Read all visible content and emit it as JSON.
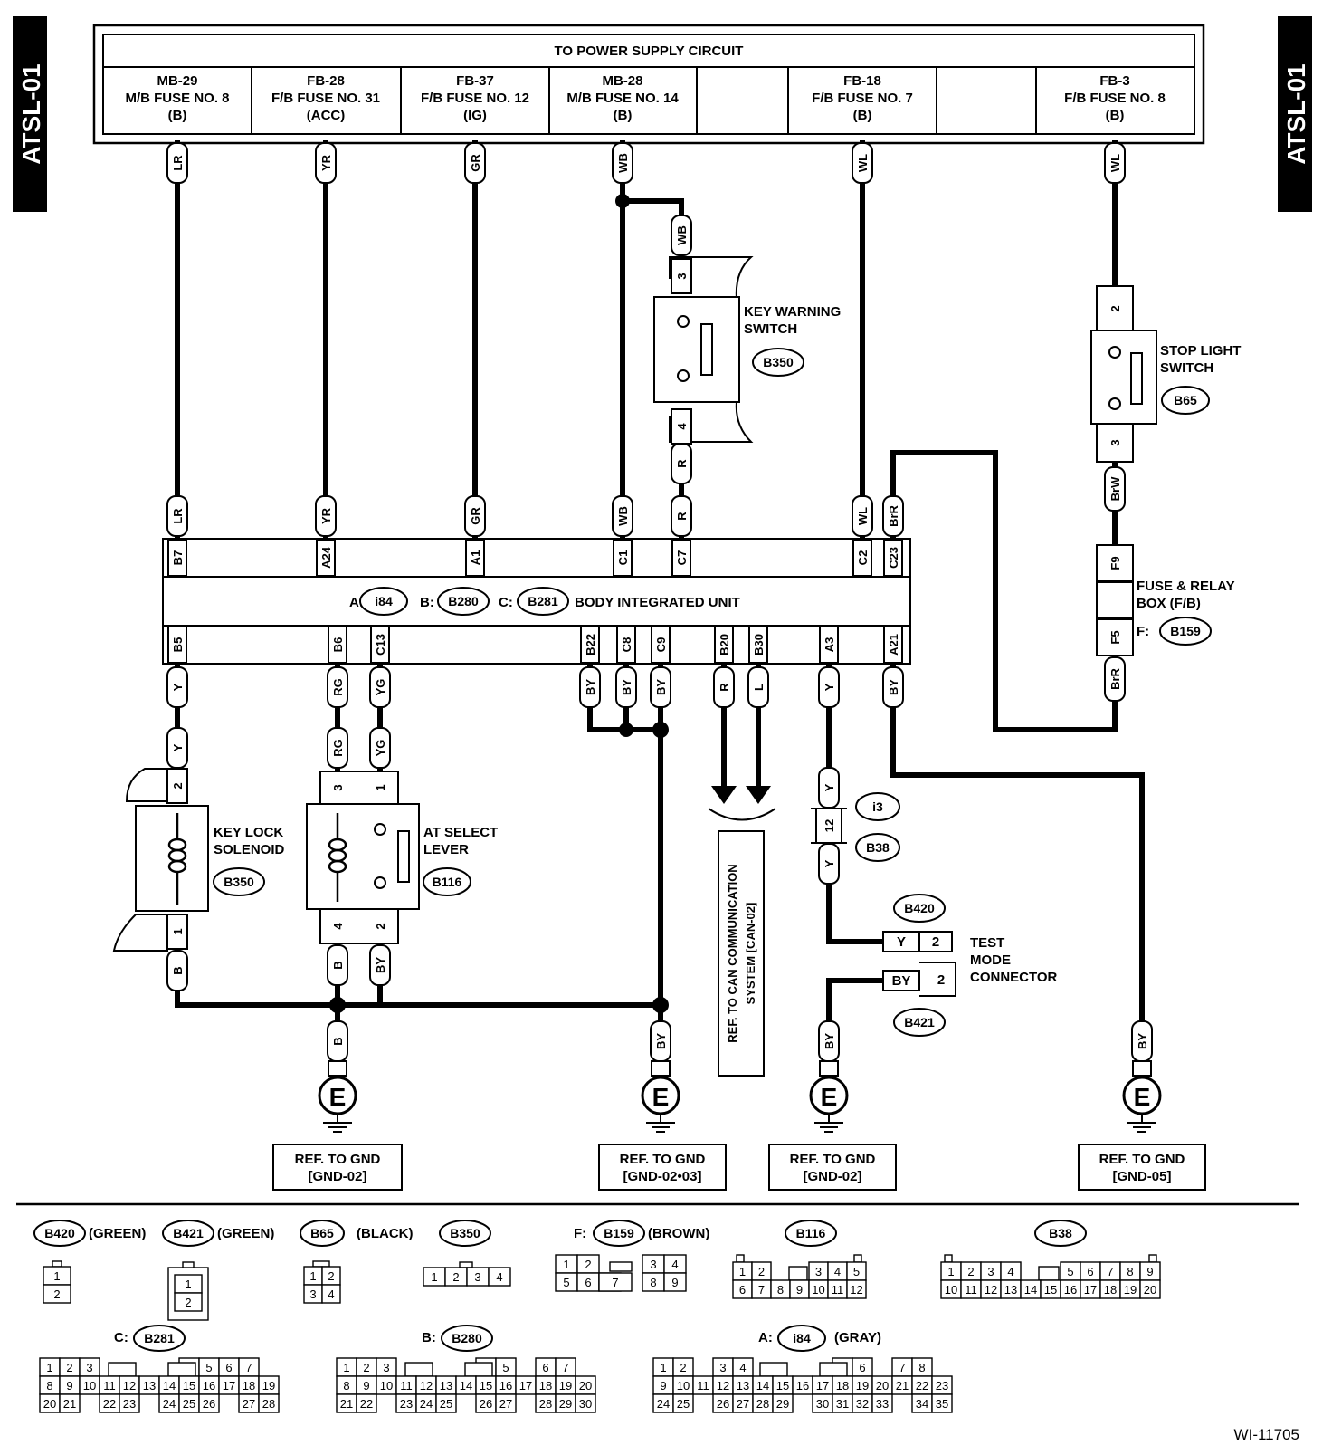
{
  "side_tag": "ATSL-01",
  "diagram_id": "WI-11705",
  "power_header": "TO POWER SUPPLY CIRCUIT",
  "fuses": [
    {
      "l1": "MB-29",
      "l2": "M/B FUSE NO. 8",
      "l3": "(B)"
    },
    {
      "l1": "FB-28",
      "l2": "F/B FUSE NO. 31",
      "l3": "(ACC)"
    },
    {
      "l1": "FB-37",
      "l2": "F/B FUSE NO. 12",
      "l3": "(IG)"
    },
    {
      "l1": "MB-28",
      "l2": "M/B FUSE NO. 14",
      "l3": "(B)"
    },
    {
      "l1": "",
      "l2": "",
      "l3": ""
    },
    {
      "l1": "FB-18",
      "l2": "F/B FUSE NO. 7",
      "l3": "(B)"
    },
    {
      "l1": "",
      "l2": "",
      "l3": ""
    },
    {
      "l1": "FB-3",
      "l2": "F/B FUSE NO. 8",
      "l3": "(B)"
    }
  ],
  "biu": {
    "label": "BODY INTEGRATED UNIT",
    "a_prefix": "A:",
    "a_code": "i84",
    "b_prefix": "B:",
    "b_code": "B280",
    "c_prefix": "C:",
    "c_code": "B281",
    "top_pins": [
      "B7",
      "A24",
      "A1",
      "C1",
      "C7",
      "C2",
      "C23"
    ],
    "bottom_pins": [
      "B5",
      "B6",
      "C13",
      "B22",
      "C8",
      "C9",
      "B20",
      "B30",
      "A3",
      "A21"
    ]
  },
  "wires": {
    "LR": "LR",
    "YR": "YR",
    "GR": "GR",
    "WB": "WB",
    "R": "R",
    "WL": "WL",
    "BrR": "BrR",
    "BrW": "BrW",
    "Y": "Y",
    "RG": "RG",
    "YG": "YG",
    "BY": "BY",
    "L": "L",
    "B": "B"
  },
  "pins": {
    "p1": "1",
    "p2": "2",
    "p3": "3",
    "p4": "4",
    "p12": "12",
    "F9": "F9",
    "F5": "F5"
  },
  "components": {
    "key_warning": {
      "l1": "KEY WARNING",
      "l2": "SWITCH",
      "code": "B350"
    },
    "stop_light": {
      "l1": "STOP LIGHT",
      "l2": "SWITCH",
      "code": "B65"
    },
    "fuse_relay": {
      "l1": "FUSE & RELAY",
      "l2": "BOX (F/B)",
      "prefix": "F:",
      "code": "B159"
    },
    "key_lock": {
      "l1": "KEY LOCK",
      "l2": "SOLENOID",
      "code": "B350"
    },
    "at_select": {
      "l1": "AT SELECT",
      "l2": "LEVER",
      "code": "B116"
    },
    "i3": "i3",
    "b38": "B38",
    "test_mode": {
      "l1": "TEST",
      "l2": "MODE",
      "l3": "CONNECTOR",
      "code1": "B420",
      "code2": "B421"
    },
    "can": {
      "l1": "REF. TO CAN COMMUNICATION",
      "l2": "SYSTEM [CAN-02]"
    }
  },
  "ground_symbol": "E",
  "gnd_refs": [
    {
      "l1": "REF. TO GND",
      "l2": "[GND-02]"
    },
    {
      "l1": "REF. TO GND",
      "l2": "[GND-02•03]"
    },
    {
      "l1": "REF. TO GND",
      "l2": "[GND-02]"
    },
    {
      "l1": "REF. TO GND",
      "l2": "[GND-05]"
    }
  ],
  "connector_legend": [
    {
      "code": "B420",
      "color": "(GREEN)"
    },
    {
      "code": "B421",
      "color": "(GREEN)"
    },
    {
      "code": "B65",
      "color": "(BLACK)"
    },
    {
      "code": "B350",
      "color": ""
    },
    {
      "prefix": "F:",
      "code": "B159",
      "color": "(BROWN)"
    },
    {
      "code": "B116",
      "color": ""
    },
    {
      "code": "B38",
      "color": ""
    },
    {
      "prefix": "C:",
      "code": "B281",
      "color": ""
    },
    {
      "prefix": "B:",
      "code": "B280",
      "color": ""
    },
    {
      "prefix": "A:",
      "code": "i84",
      "color": "(GRAY)"
    }
  ]
}
